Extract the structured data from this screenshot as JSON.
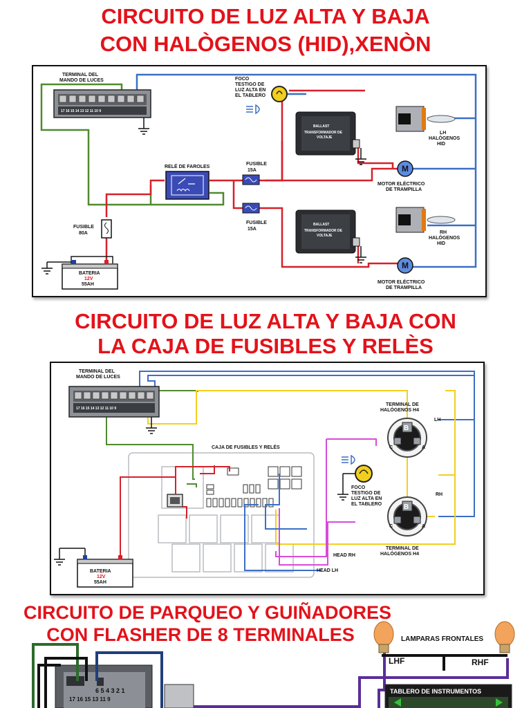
{
  "titles": {
    "hid": [
      "CIRCUITO DE LUZ ALTA Y BAJA",
      "CON HALÒGENOS (HID),XENÒN"
    ],
    "fuse_box": [
      "CIRCUITO DE LUZ ALTA Y BAJA CON",
      "LA CAJA DE FUSIBLES Y RELÈS"
    ],
    "parking": [
      "CIRCUITO DE PARQUEO Y GUIÑADORES",
      "CON FLASHER DE 8 TERMINALES"
    ]
  },
  "diagram1": {
    "switch_label": [
      "TERMINAL DEL",
      "MANDO DE LUCES"
    ],
    "pin_numbers": "17  16  15  14  13  12  11  10   9",
    "indicator_label": [
      "FOCO",
      "TESTIGO DE",
      "LUZ ALTA EN",
      "EL TABLERO"
    ],
    "relay_label": "RELÉ DE FAROLES",
    "fuse_top": [
      "FUSIBLE",
      "15A"
    ],
    "fuse_bottom": [
      "FUSIBLE",
      "15A"
    ],
    "fuse_main": [
      "FUSIBLE",
      "80A"
    ],
    "ballast_top": [
      "BALLAST",
      "TRANSFORMADOR DE",
      "VOLTAJE"
    ],
    "ballast_bottom": [
      "BALLAST",
      "TRANSFORMADOR DE",
      "VOLTAJE"
    ],
    "lamp_lh": [
      "LH",
      "HALÓGENOS",
      "HID"
    ],
    "lamp_rh": [
      "RH",
      "HALÓGENOS",
      "HID"
    ],
    "motor_top": [
      "MOTOR ELÉCTRICO",
      "DE TRAMPILLA"
    ],
    "motor_bottom": [
      "MOTOR ELÉCTRICO",
      "DE TRAMPILLA"
    ],
    "battery": [
      "BATERIA",
      "12V",
      "55AH"
    ],
    "motor_symbol": "M"
  },
  "diagram2": {
    "switch_label": [
      "TERMINAL DEL",
      "MANDO DE LUCES"
    ],
    "pin_numbers": "17  16  15  14  13  12  11  10   9",
    "fuse_box_label": "CAJA DE FUSIBLES Y RELÉS",
    "terminal_top": [
      "TERMINAL DE",
      "HALÓGENOS H4"
    ],
    "terminal_bottom": [
      "TERMINAL DE",
      "HALÓGENOS H4"
    ],
    "lh": "LH",
    "rh": "RH",
    "indicator_label": [
      "FOCO",
      "TESTIGO DE",
      "LUZ ALTA EN",
      "EL TABLERO"
    ],
    "head_rh": "HEAD RH",
    "head_lh": "HEAD LH",
    "battery": [
      "BATERIA",
      "12V",
      "55AH"
    ],
    "pins": [
      "B",
      "C",
      "A"
    ]
  },
  "diagram3": {
    "front_lamps": "LAMPARAS FRONTALES",
    "lhf": "LHF",
    "rhf": "RHF",
    "dashboard": "TABLERO DE INSTRUMENTOS",
    "connector_pins_top": "6 5 4 3 2 1",
    "connector_pins_bottom": "17 16 15  13 11    9"
  },
  "colors": {
    "title_red": "#e3121a",
    "wire_red": "#d6202a",
    "wire_blue": "#3a6fc4",
    "wire_green": "#4f8a2e",
    "wire_yellow": "#f2cf1e",
    "wire_magenta": "#d84bd8",
    "wire_purple": "#5a2d9a",
    "relay_blue": "#3b4bb5"
  }
}
